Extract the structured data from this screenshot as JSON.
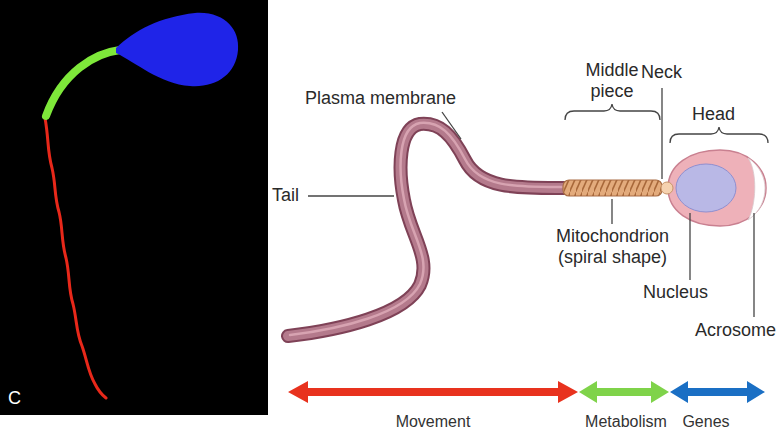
{
  "diagram": {
    "labels": [
      "C",
      "Plasma membrane",
      "Middle piece",
      "Neck",
      "Head",
      "Tail",
      "Mitochondrion (spiral shape)",
      "Nucleus",
      "Acrosome",
      "Movement",
      "Metabolism",
      "Genes"
    ]
  }
}
